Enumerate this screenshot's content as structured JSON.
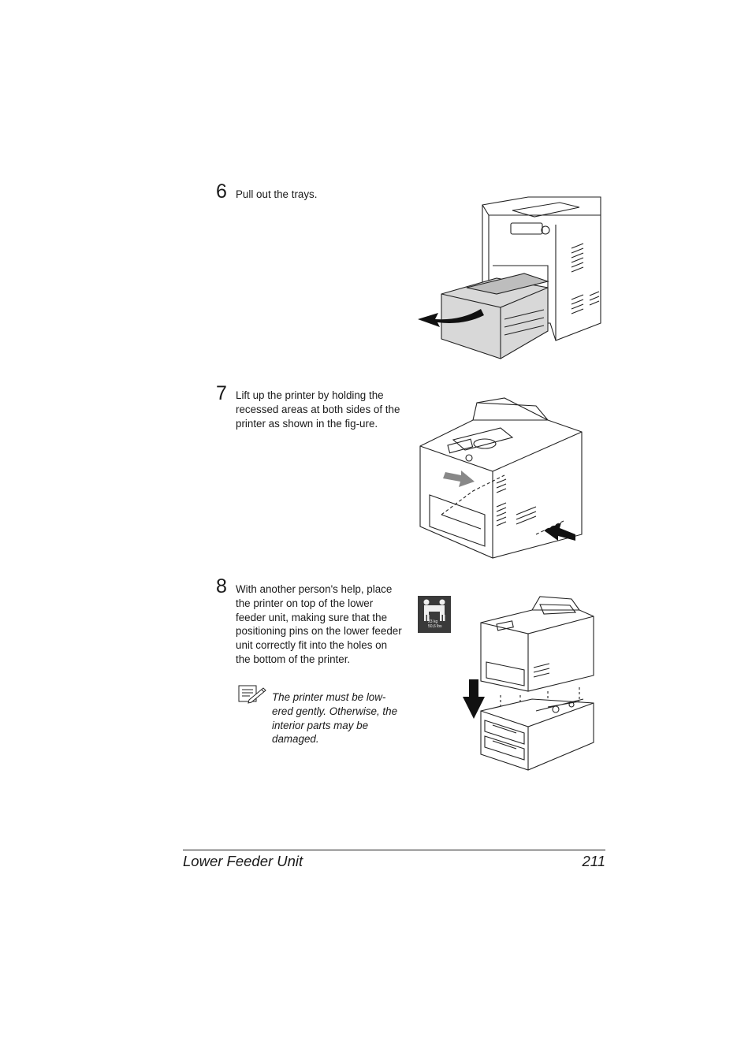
{
  "steps": [
    {
      "number": "6",
      "text": "Pull out the trays."
    },
    {
      "number": "7",
      "text": "Lift up the printer by holding the recessed areas at both sides of the printer as shown in the fig-ure."
    },
    {
      "number": "8",
      "text": "With another person's help, place the printer on top of the lower feeder unit, making sure that the positioning pins on the lower feeder unit correctly fit into the holes on the bottom of the printer."
    }
  ],
  "note": {
    "icon": "note-pencil-icon",
    "text": "The printer must be low-ered gently. Otherwise, the interior parts may be damaged."
  },
  "warning_icon": {
    "icon": "two-person-lift-icon",
    "weight_kg": "23 kg",
    "weight_lbs": "50,6 lbs"
  },
  "footer": {
    "title": "Lower Feeder Unit",
    "page_number": "211"
  }
}
